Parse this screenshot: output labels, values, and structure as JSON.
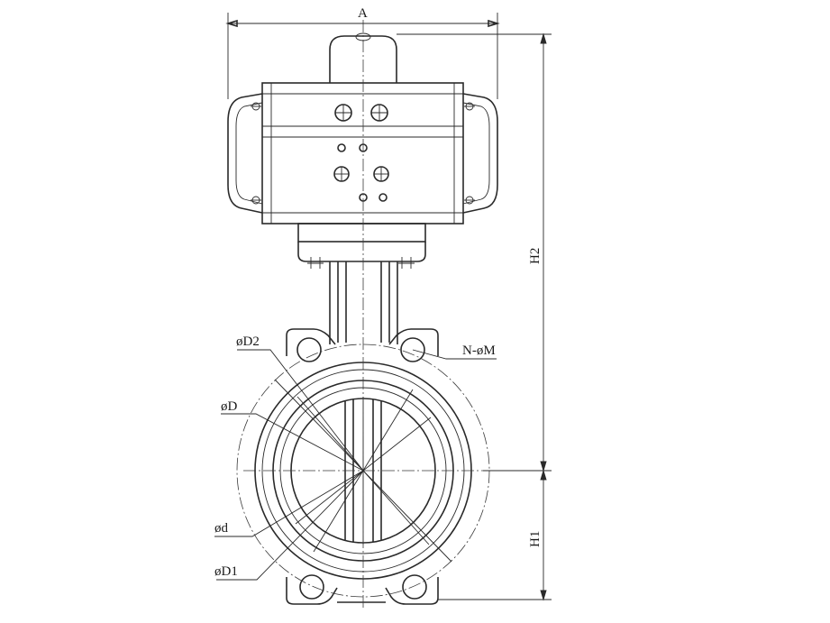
{
  "labels": {
    "A": "A",
    "H2": "H2",
    "H1": "H1",
    "D2": "øD2",
    "NM": "N-øM",
    "D": "øD",
    "d": "ød",
    "D1": "øD1"
  }
}
